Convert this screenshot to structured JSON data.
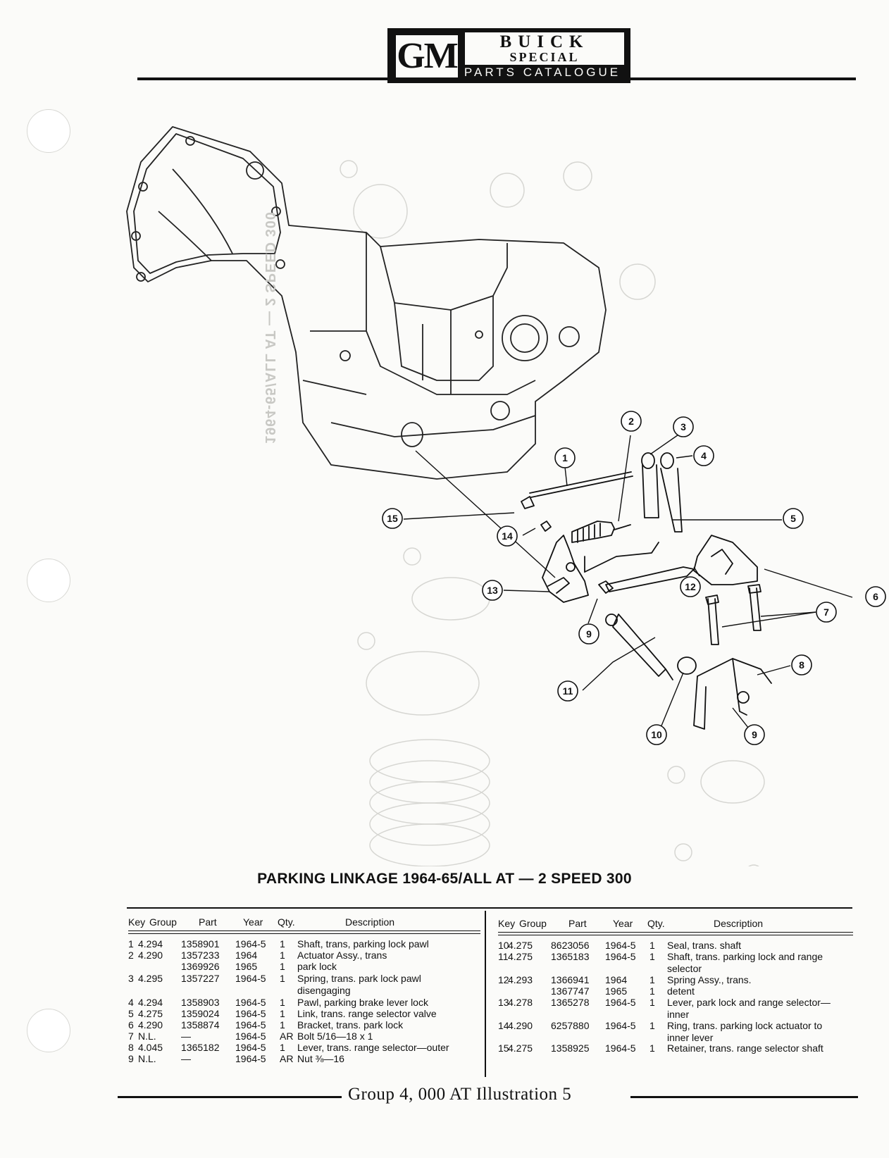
{
  "header": {
    "logo_text": "GM",
    "brand_name": "BUICK",
    "brand_sub": "SPECIAL",
    "brand_tag": "PARTS CATALOGUE"
  },
  "diagram": {
    "callouts": [
      "1",
      "2",
      "3",
      "4",
      "5",
      "6",
      "7",
      "8",
      "9",
      "9",
      "10",
      "11",
      "12",
      "13",
      "14",
      "15"
    ],
    "ghost_text": "1964-65/ALL AT — 2 SPEED 300"
  },
  "title": "PARKING LINKAGE 1964-65/ALL AT — 2 SPEED 300",
  "table_headers": {
    "key": "Key",
    "group": "Group",
    "part": "Part",
    "year": "Year",
    "qty": "Qty.",
    "description": "Description"
  },
  "parts_left": [
    {
      "key": "1",
      "group": "4.294",
      "part": "1358901",
      "year": "1964-5",
      "qty": "1",
      "description": "Shaft, trans, parking lock pawl"
    },
    {
      "key": "2",
      "group": "4.290",
      "part": "1357233",
      "year": "1964",
      "qty": "1",
      "description": "Actuator Assy., trans"
    },
    {
      "key": "",
      "group": "",
      "part": "1369926",
      "year": "1965",
      "qty": "1",
      "description": "park lock"
    },
    {
      "key": "3",
      "group": "4.295",
      "part": "1357227",
      "year": "1964-5",
      "qty": "1",
      "description": "Spring, trans. park lock pawl disengaging"
    },
    {
      "key": "4",
      "group": "4.294",
      "part": "1358903",
      "year": "1964-5",
      "qty": "1",
      "description": "Pawl, parking brake lever lock"
    },
    {
      "key": "5",
      "group": "4.275",
      "part": "1359024",
      "year": "1964-5",
      "qty": "1",
      "description": "Link, trans. range selector valve"
    },
    {
      "key": "6",
      "group": "4.290",
      "part": "1358874",
      "year": "1964-5",
      "qty": "1",
      "description": "Bracket, trans. park lock"
    },
    {
      "key": "7",
      "group": "N.L.",
      "part": "—",
      "year": "1964-5",
      "qty": "AR",
      "description": "Bolt 5/16—18 x 1"
    },
    {
      "key": "8",
      "group": "4.045",
      "part": "1365182",
      "year": "1964-5",
      "qty": "1",
      "description": "Lever, trans. range selector—outer"
    },
    {
      "key": "9",
      "group": "N.L.",
      "part": "—",
      "year": "1964-5",
      "qty": "AR",
      "description": "Nut ⅜—16"
    }
  ],
  "parts_right": [
    {
      "key": "10",
      "group": "4.275",
      "part": "8623056",
      "year": "1964-5",
      "qty": "1",
      "description": "Seal, trans. shaft"
    },
    {
      "key": "11",
      "group": "4.275",
      "part": "1365183",
      "year": "1964-5",
      "qty": "1",
      "description": "Shaft, trans. parking lock and range selector"
    },
    {
      "key": "12",
      "group": "4.293",
      "part": "1366941",
      "year": "1964",
      "qty": "1",
      "description": "Spring Assy., trans."
    },
    {
      "key": "",
      "group": "",
      "part": "1367747",
      "year": "1965",
      "qty": "1",
      "description": "detent"
    },
    {
      "key": "13",
      "group": "4.278",
      "part": "1365278",
      "year": "1964-5",
      "qty": "1",
      "description": "Lever, park lock and range selector—inner"
    },
    {
      "key": "14",
      "group": "4.290",
      "part": "6257880",
      "year": "1964-5",
      "qty": "1",
      "description": "Ring, trans. parking lock actuator to inner lever"
    },
    {
      "key": "15",
      "group": "4.275",
      "part": "1358925",
      "year": "1964-5",
      "qty": "1",
      "description": "Retainer, trans. range selector shaft"
    }
  ],
  "footer": "Group 4, 000 AT Illustration 5"
}
